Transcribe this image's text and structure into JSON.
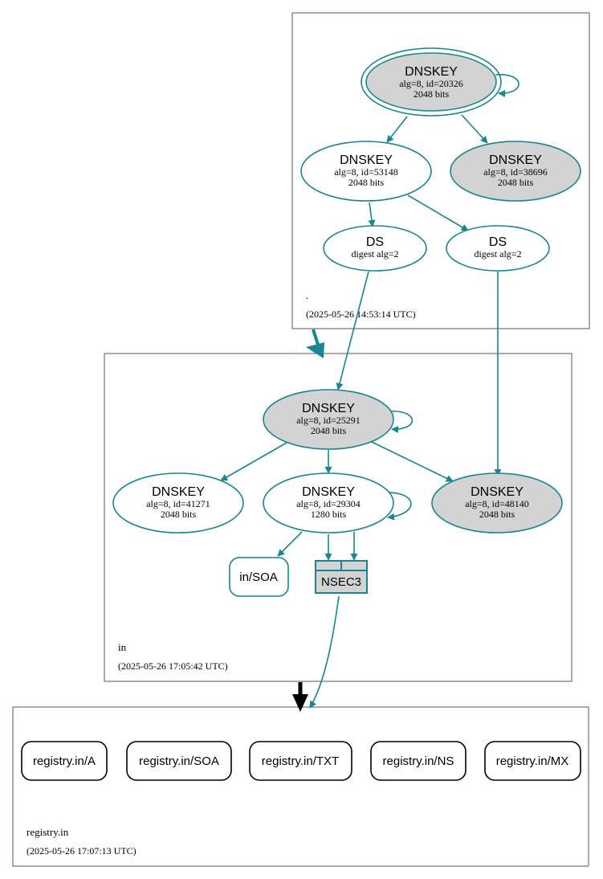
{
  "colors": {
    "edge": "#17868f",
    "node_fill_gray": "#d3d3d3",
    "node_fill_white": "#ffffff",
    "zone_border": "#555555",
    "delegation": "#000000"
  },
  "zones": {
    "root": {
      "name": ".",
      "timestamp": "(2025-05-26 14:53:14 UTC)"
    },
    "in": {
      "name": "in",
      "timestamp": "(2025-05-26 17:05:42 UTC)"
    },
    "registry": {
      "name": "registry.in",
      "timestamp": "(2025-05-26 17:07:13 UTC)"
    }
  },
  "nodes": {
    "root_ksk": {
      "title": "DNSKEY",
      "line1": "alg=8, id=20326",
      "line2": "2048 bits"
    },
    "root_zsk": {
      "title": "DNSKEY",
      "line1": "alg=8, id=53148",
      "line2": "2048 bits"
    },
    "root_dnskey_38696": {
      "title": "DNSKEY",
      "line1": "alg=8, id=38696",
      "line2": "2048 bits"
    },
    "ds_1": {
      "title": "DS",
      "line1": "digest alg=2"
    },
    "ds_2": {
      "title": "DS",
      "line1": "digest alg=2"
    },
    "in_ksk": {
      "title": "DNSKEY",
      "line1": "alg=8, id=25291",
      "line2": "2048 bits"
    },
    "in_dnskey_41271": {
      "title": "DNSKEY",
      "line1": "alg=8, id=41271",
      "line2": "2048 bits"
    },
    "in_zsk": {
      "title": "DNSKEY",
      "line1": "alg=8, id=29304",
      "line2": "1280 bits"
    },
    "in_dnskey_48140": {
      "title": "DNSKEY",
      "line1": "alg=8, id=48140",
      "line2": "2048 bits"
    },
    "in_soa": {
      "title": "in/SOA"
    },
    "nsec3": {
      "title": "NSEC3"
    },
    "rr_a": {
      "title": "registry.in/A"
    },
    "rr_soa": {
      "title": "registry.in/SOA"
    },
    "rr_txt": {
      "title": "registry.in/TXT"
    },
    "rr_ns": {
      "title": "registry.in/NS"
    },
    "rr_mx": {
      "title": "registry.in/MX"
    }
  }
}
